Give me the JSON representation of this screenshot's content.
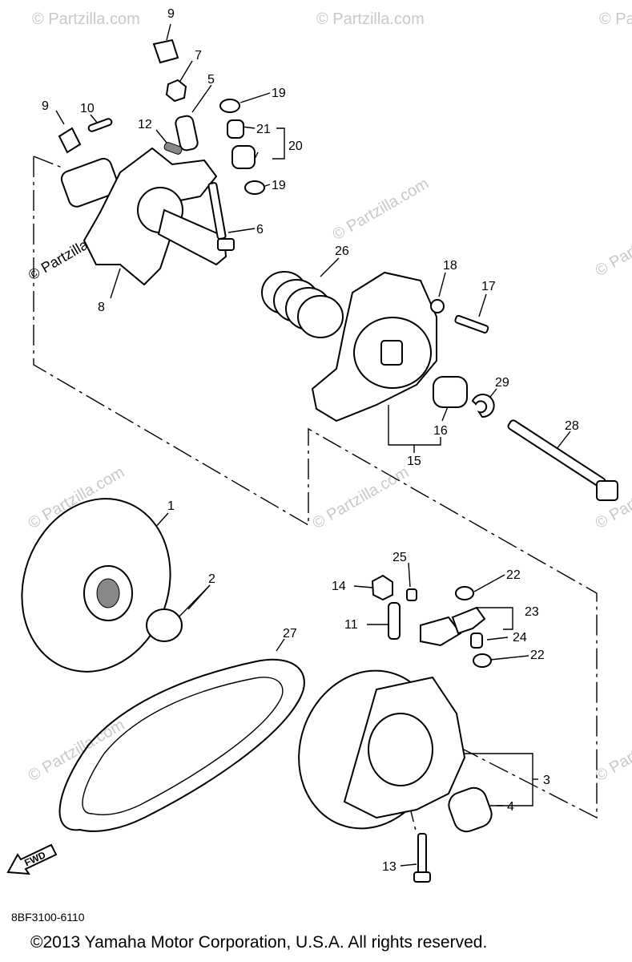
{
  "diagram": {
    "catalog_number": "8BF3100-6110",
    "copyright": "©2013  Yamaha Motor Corporation, U.S.A. All rights reserved.",
    "watermark": "© Partzilla.com",
    "fwd_label": "FWD",
    "callouts": [
      {
        "id": "c9a",
        "label": "9"
      },
      {
        "id": "c7",
        "label": "7"
      },
      {
        "id": "c5",
        "label": "5"
      },
      {
        "id": "c19a",
        "label": "19"
      },
      {
        "id": "c9b",
        "label": "9"
      },
      {
        "id": "c10",
        "label": "10"
      },
      {
        "id": "c12",
        "label": "12"
      },
      {
        "id": "c21",
        "label": "21"
      },
      {
        "id": "c20",
        "label": "20"
      },
      {
        "id": "c19b",
        "label": "19"
      },
      {
        "id": "c6",
        "label": "6"
      },
      {
        "id": "c8",
        "label": "8"
      },
      {
        "id": "c26",
        "label": "26"
      },
      {
        "id": "c18",
        "label": "18"
      },
      {
        "id": "c17",
        "label": "17"
      },
      {
        "id": "c29",
        "label": "29"
      },
      {
        "id": "c16",
        "label": "16"
      },
      {
        "id": "c28",
        "label": "28"
      },
      {
        "id": "c15",
        "label": "15"
      },
      {
        "id": "c1",
        "label": "1"
      },
      {
        "id": "c2",
        "label": "2"
      },
      {
        "id": "c25",
        "label": "25"
      },
      {
        "id": "c14",
        "label": "14"
      },
      {
        "id": "c22a",
        "label": "22"
      },
      {
        "id": "c11",
        "label": "11"
      },
      {
        "id": "c23",
        "label": "23"
      },
      {
        "id": "c24",
        "label": "24"
      },
      {
        "id": "c22b",
        "label": "22"
      },
      {
        "id": "c27",
        "label": "27"
      },
      {
        "id": "c3",
        "label": "3"
      },
      {
        "id": "c4",
        "label": "4"
      },
      {
        "id": "c13",
        "label": "13"
      }
    ]
  }
}
